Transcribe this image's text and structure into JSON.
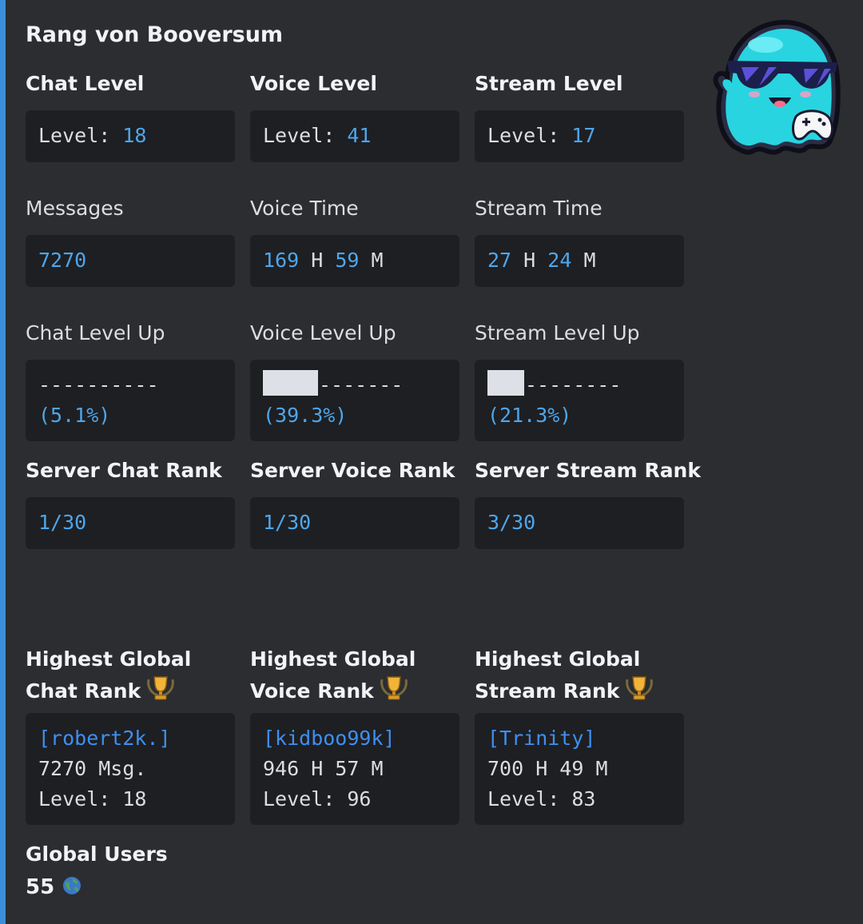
{
  "title": "Rang von Booversum",
  "level_headers": {
    "chat": "Chat Level",
    "voice": "Voice Level",
    "stream": "Stream Level"
  },
  "level_prefix": "Level:",
  "levels": {
    "chat": "18",
    "voice": "41",
    "stream": "17"
  },
  "stat_headers": {
    "messages": "Messages",
    "voice_time": "Voice Time",
    "stream_time": "Stream Time"
  },
  "stats": {
    "messages": "7270",
    "voice_time": {
      "hours": "169",
      "h": "H",
      "minutes": "59",
      "m": "M"
    },
    "stream_time": {
      "hours": "27",
      "h": "H",
      "minutes": "24",
      "m": "M"
    }
  },
  "levelup_headers": {
    "chat": "Chat Level Up",
    "voice": "Voice Level Up",
    "stream": "Stream Level Up"
  },
  "levelup": {
    "chat": {
      "progress": 0.051,
      "dashes": "----------",
      "percent": "(5.1%)"
    },
    "voice": {
      "progress": 0.393,
      "dashes": "-------",
      "percent": "(39.3%)"
    },
    "stream": {
      "progress": 0.213,
      "dashes": "--------",
      "percent": "(21.3%)"
    }
  },
  "rank_headers": {
    "chat": "Server Chat Rank",
    "voice": "Server Voice Rank",
    "stream": "Server Stream Rank"
  },
  "ranks": {
    "chat": "1/30",
    "voice": "1/30",
    "stream": "3/30"
  },
  "global_headers": {
    "line1": "Highest Global",
    "chat": "Chat Rank",
    "voice": "Voice Rank",
    "stream": "Stream Rank"
  },
  "global": {
    "chat": {
      "user": "[robert2k.]",
      "stat": "7270 Msg.",
      "level_label": "Level:",
      "level": "18"
    },
    "voice": {
      "user": "[kidboo99k]",
      "stat": "946 H 57 M",
      "level_label": "Level:",
      "level": "96"
    },
    "stream": {
      "user": "[Trinity]",
      "stat": "700 H 49 M",
      "level_label": "Level:",
      "level": "83"
    }
  },
  "global_users": {
    "label": "Global Users",
    "value": "55"
  },
  "icons": {
    "trophy": "trophy-icon",
    "globe": "globe-icon",
    "avatar": "ghost-avatar"
  },
  "colors": {
    "accent": "#3b8fd9",
    "number": "#4ea6ec",
    "link": "#3f8ff0",
    "background": "#2b2d31",
    "box": "#1e1f22"
  }
}
